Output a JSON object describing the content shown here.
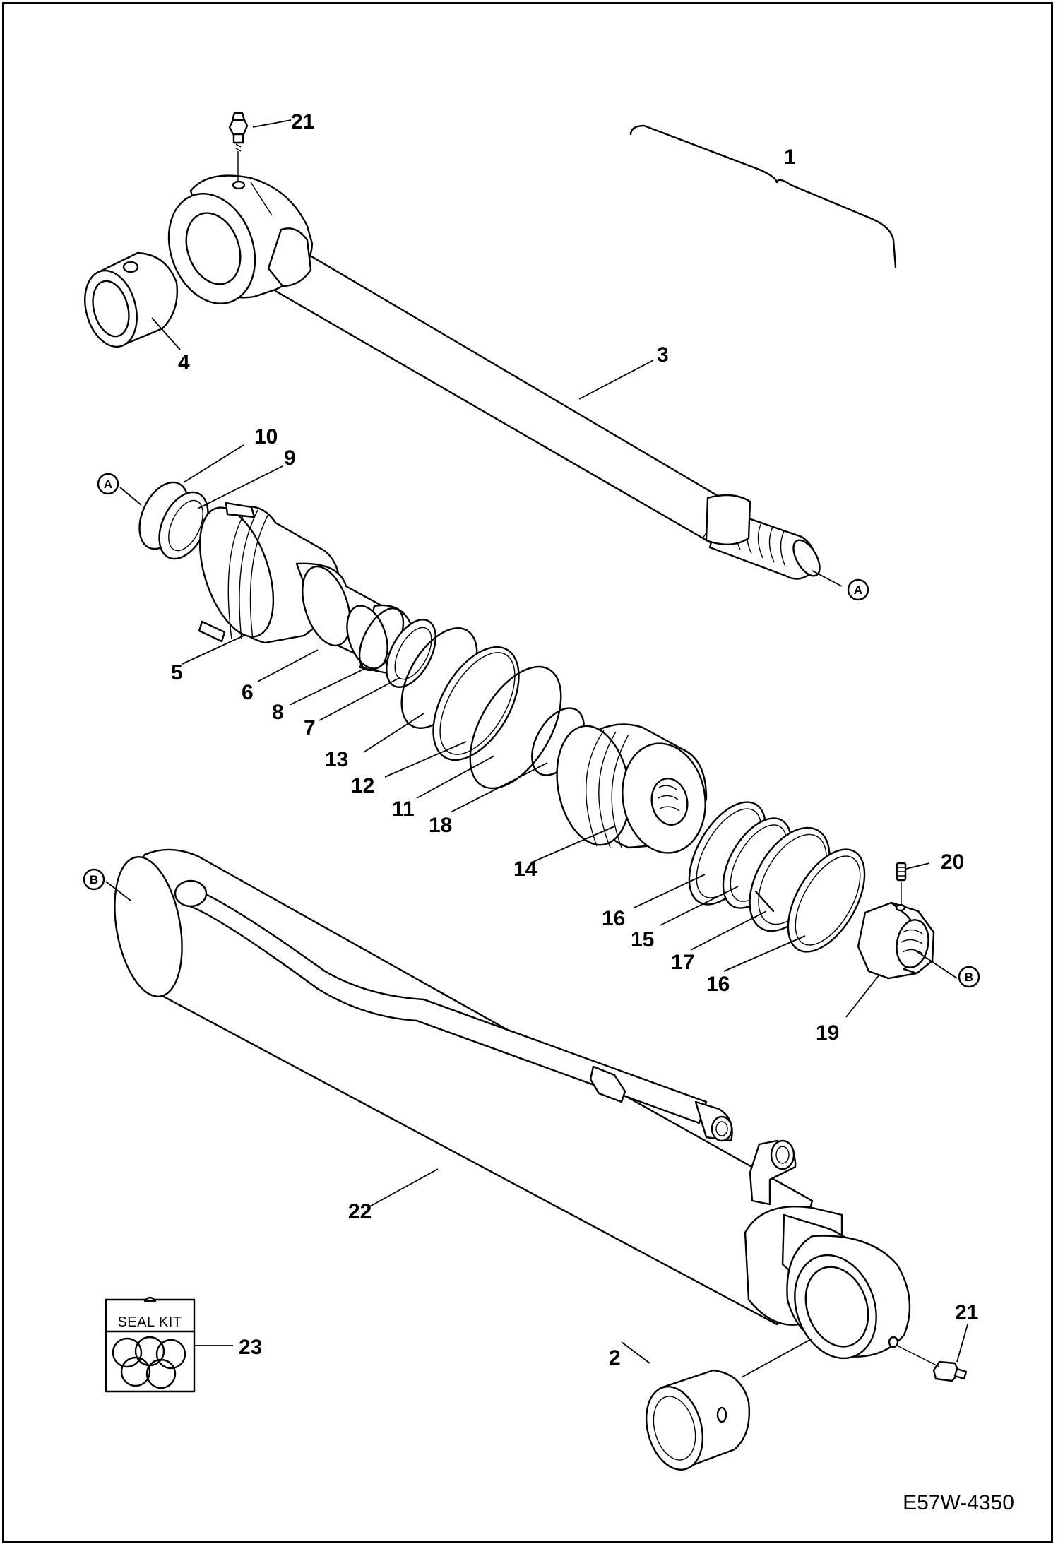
{
  "figure_id": "E57W-4350",
  "seal_kit_title": "SEAL KIT",
  "reference_markers": {
    "a": "A",
    "b": "B"
  },
  "callouts": {
    "c1": "1",
    "c2": "2",
    "c3": "3",
    "c4": "4",
    "c5": "5",
    "c6": "6",
    "c7": "7",
    "c8": "8",
    "c9": "9",
    "c10": "10",
    "c11": "11",
    "c12": "12",
    "c13": "13",
    "c14": "14",
    "c15": "15",
    "c16a": "16",
    "c16b": "16",
    "c17": "17",
    "c18": "18",
    "c19": "19",
    "c20": "20",
    "c21a": "21",
    "c21b": "21",
    "c22": "22",
    "c23": "23"
  }
}
